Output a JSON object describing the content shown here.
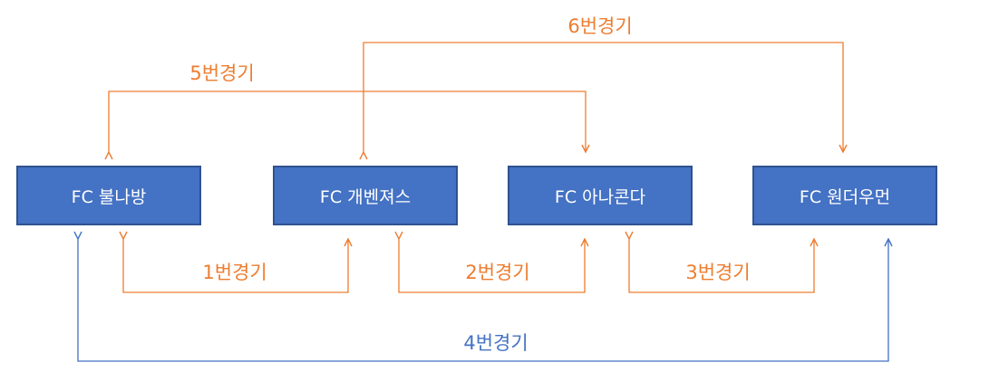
{
  "teams": [
    "FC 불나방",
    "FC 개벤져스",
    "FC 아나콘다",
    "FC 원더우먼"
  ],
  "matches": [
    {
      "label": "1번경기",
      "from": "FC 불나방",
      "to": "FC 개벤져스"
    },
    {
      "label": "2번경기",
      "from": "FC 개벤져스",
      "to": "FC 아나콘다"
    },
    {
      "label": "3번경기",
      "from": "FC 아나콘다",
      "to": "FC 원더우먼"
    },
    {
      "label": "4번경기",
      "from": "FC 불나방",
      "to": "FC 원더우먼"
    },
    {
      "label": "5번경기",
      "from": "FC 불나방",
      "to": "FC 아나콘다"
    },
    {
      "label": "6번경기",
      "from": "FC 개벤져스",
      "to": "FC 원더우먼"
    }
  ],
  "colors": {
    "box_fill": "#4472c4",
    "box_border": "#2f528f",
    "box_text": "#ffffff",
    "orange_connector": "#ed7d31",
    "blue_connector": "#4472c4"
  }
}
